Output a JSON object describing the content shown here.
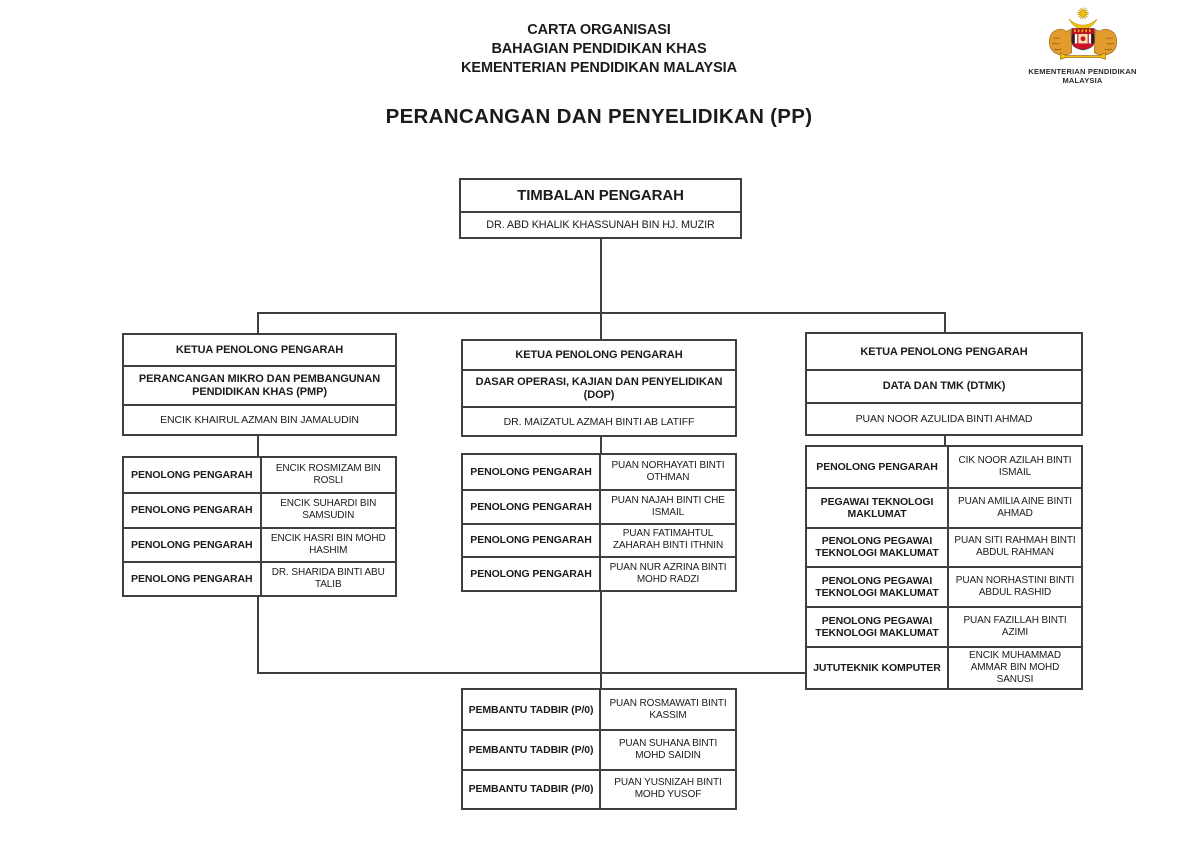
{
  "header": {
    "lines": [
      "CARTA ORGANISASI",
      "BAHAGIAN PENDIDIKAN KHAS",
      "KEMENTERIAN PENDIDIKAN MALAYSIA"
    ],
    "logo_caption": "KEMENTERIAN PENDIDIKAN MALAYSIA"
  },
  "title": "PERANCANGAN DAN PENYELIDIKAN (PP)",
  "chart": {
    "root": {
      "role": "TIMBALAN PENGARAH",
      "name": "DR. ABD  KHALIK KHASSUNAH BIN HJ. MUZIR"
    },
    "branches": [
      {
        "id": "pmp",
        "header": {
          "role": "KETUA PENOLONG PENGARAH",
          "unit": "PERANCANGAN MIKRO DAN PEMBANGUNAN PENDIDIKAN KHAS (PMP)",
          "name": "ENCIK KHAIRUL AZMAN BIN JAMALUDIN"
        },
        "staff": [
          {
            "role": "PENOLONG PENGARAH",
            "name": "ENCIK ROSMIZAM BIN ROSLI"
          },
          {
            "role": "PENOLONG PENGARAH",
            "name": "ENCIK SUHARDI BIN SAMSUDIN"
          },
          {
            "role": "PENOLONG PENGARAH",
            "name": "ENCIK HASRI BIN MOHD HASHIM"
          },
          {
            "role": "PENOLONG PENGARAH",
            "name": "DR. SHARIDA BINTI ABU TALIB"
          }
        ]
      },
      {
        "id": "dop",
        "header": {
          "role": "KETUA PENOLONG PENGARAH",
          "unit": "DASAR OPERASI, KAJIAN DAN PENYELIDIKAN (DOP)",
          "name": "DR. MAIZATUL AZMAH BINTI AB LATIFF"
        },
        "staff": [
          {
            "role": "PENOLONG PENGARAH",
            "name": "PUAN NORHAYATI BINTI OTHMAN"
          },
          {
            "role": "PENOLONG PENGARAH",
            "name": "PUAN NAJAH BINTI CHE ISMAIL"
          },
          {
            "role": "PENOLONG PENGARAH",
            "name": "PUAN FATIMAHTUL ZAHARAH BINTI ITHNIN"
          },
          {
            "role": "PENOLONG PENGARAH",
            "name": "PUAN NUR AZRINA BINTI MOHD RADZI"
          }
        ]
      },
      {
        "id": "dtmk",
        "header": {
          "role": "KETUA PENOLONG PENGARAH",
          "unit": "DATA DAN TMK (DTMK)",
          "name": "PUAN NOOR AZULIDA BINTI AHMAD"
        },
        "staff": [
          {
            "role": "PENOLONG PENGARAH",
            "name": "CIK NOOR AZILAH BINTI ISMAIL"
          },
          {
            "role": "PEGAWAI TEKNOLOGI MAKLUMAT",
            "name": "PUAN AMILIA AINE BINTI AHMAD"
          },
          {
            "role": "PENOLONG PEGAWAI TEKNOLOGI MAKLUMAT",
            "name": "PUAN SITI RAHMAH BINTI ABDUL RAHMAN"
          },
          {
            "role": "PENOLONG PEGAWAI TEKNOLOGI MAKLUMAT",
            "name": "PUAN NORHASTINI BINTI ABDUL RASHID"
          },
          {
            "role": "PENOLONG PEGAWAI TEKNOLOGI MAKLUMAT",
            "name": "PUAN FAZILLAH BINTI AZIMI"
          },
          {
            "role": "JUTUTEKNIK KOMPUTER",
            "name": "ENCIK MUHAMMAD AMMAR BIN MOHD SANUSI"
          }
        ]
      }
    ],
    "support_staff": [
      {
        "role": "PEMBANTU TADBIR (P/0)",
        "name": "PUAN ROSMAWATI BINTI KASSIM"
      },
      {
        "role": "PEMBANTU TADBIR (P/0)",
        "name": "PUAN SUHANA BINTI MOHD SAIDIN"
      },
      {
        "role": "PEMBANTU TADBIR (P/0)",
        "name": "PUAN YUSNIZAH BINTI MOHD YUSOF"
      }
    ]
  },
  "colors": {
    "line": "#3f3f3f",
    "text": "#1b1b1b",
    "logo_yellow": "#f2c200",
    "logo_red": "#cf1126",
    "logo_tiger": "#e49b2d"
  }
}
